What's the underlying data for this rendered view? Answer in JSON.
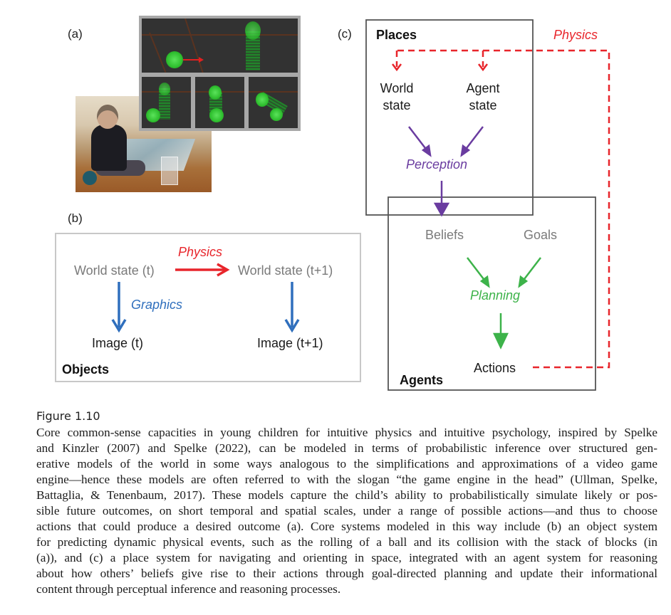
{
  "figure": {
    "panel_a": {
      "label": "(a)",
      "photo_description": "child rolling a ball toward a stack of blocks",
      "simulation_description": "green physics simulation of ball colliding with block stack"
    },
    "panel_b": {
      "label": "(b)",
      "box_title": "Objects",
      "nodes": {
        "world_state_t": "World state (t)",
        "world_state_t1": "World state (t+1)",
        "image_t": "Image (t)",
        "image_t1": "Image (t+1)"
      },
      "edges": {
        "physics": "Physics",
        "graphics": "Graphics"
      }
    },
    "panel_c": {
      "label": "(c)",
      "places_title": "Places",
      "agents_title": "Agents",
      "physics_label": "Physics",
      "nodes": {
        "world_state_line1": "World",
        "world_state_line2": "state",
        "agent_state_line1": "Agent",
        "agent_state_line2": "state",
        "perception": "Perception",
        "beliefs": "Beliefs",
        "goals": "Goals",
        "planning": "Planning",
        "actions": "Actions"
      }
    },
    "colors": {
      "physics_red": "#e8252b",
      "graphics_blue": "#2f6fbd",
      "perception_purple": "#6a3ca0",
      "planning_green": "#3db34a",
      "gray_text": "#7a7a7a",
      "box_border_dark": "#555555",
      "box_border_light": "#c8c8c8"
    }
  },
  "caption": {
    "heading": "Figure 1.10",
    "lines": [
      "Core common-sense capacities in young children for intuitive physics and intuitive psychology, inspired by Spelke",
      "and Kinzler (2007) and Spelke (2022), can be modeled in terms of probabilistic inference over structured gen-",
      "erative models of the world in some ways analogous to the simplifications and approximations of a video game",
      "engine—hence these models are often referred to with the slogan “the game engine in the head” (Ullman, Spelke,",
      "Battaglia, & Tenenbaum, 2017). These models capture the child’s ability to probabilistically simulate likely or pos-",
      "sible future outcomes, on short temporal and spatial scales, under a range of possible actions—and thus to choose",
      "actions that could produce a desired outcome (a). Core systems modeled in this way include (b) an object system",
      "for predicting dynamic physical events, such as the rolling of a ball and its collision with the stack of blocks (in",
      "(a)), and (c) a place system for navigating and orienting in space, integrated with an agent system for reasoning",
      "about how others’ beliefs give rise to their actions through goal-directed planning and update their informational",
      "content through perceptual inference and reasoning processes."
    ]
  }
}
